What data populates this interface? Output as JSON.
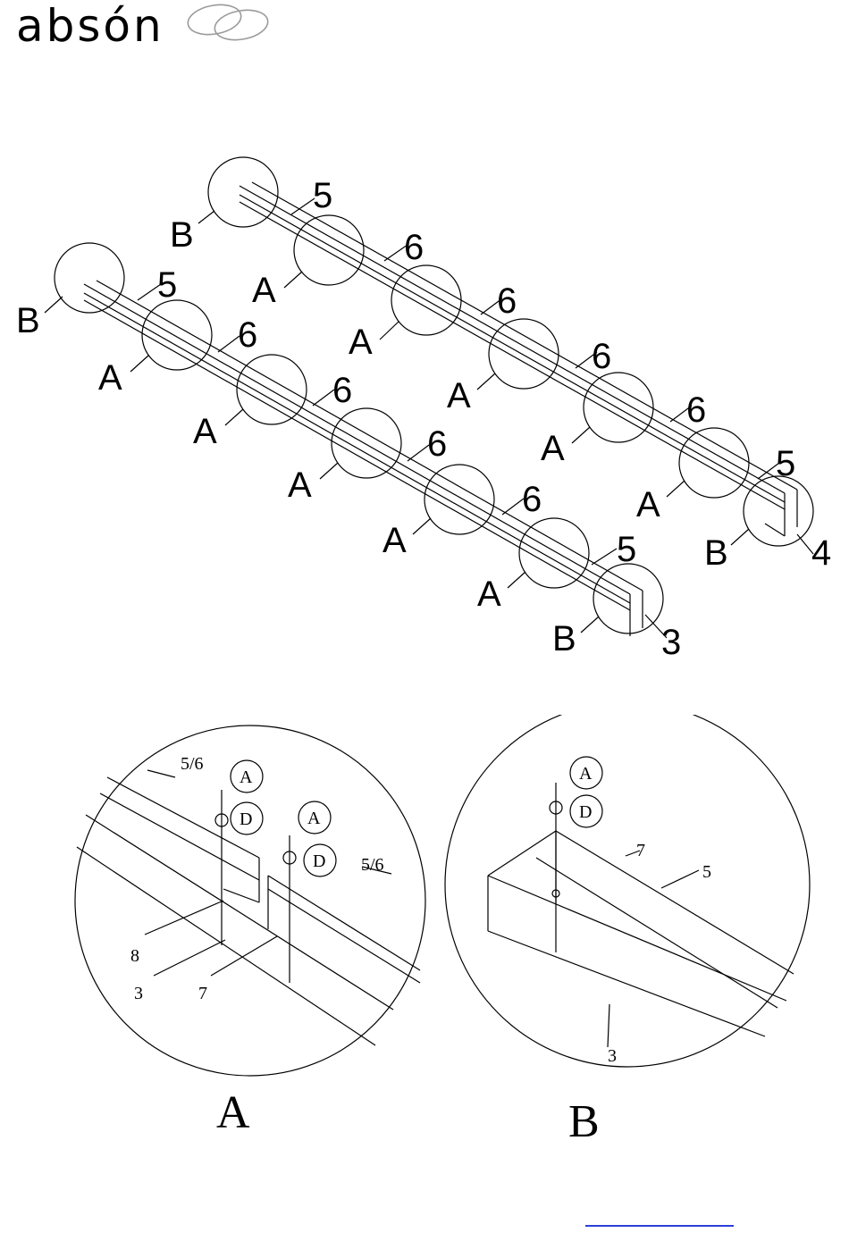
{
  "brand": {
    "name": "absón"
  },
  "overview": {
    "callouts": {
      "B": "B",
      "A": "A",
      "n5": "5",
      "n6": "6",
      "n4": "4",
      "n3": "3"
    }
  },
  "detail_a": {
    "title": "A",
    "labels": {
      "rail": "5/6",
      "rail2": "5/6",
      "bolt": "A",
      "bolt2": "A",
      "washer": "D",
      "washer2": "D",
      "n8": "8",
      "n3": "3",
      "n7": "7"
    }
  },
  "detail_b": {
    "title": "B",
    "labels": {
      "bolt": "A",
      "washer": "D",
      "n7": "7",
      "n5": "5",
      "n3": "3"
    }
  },
  "footer": {
    "link_text": ""
  },
  "colors": {
    "line": "#000000",
    "link": "#2b3fd6"
  }
}
